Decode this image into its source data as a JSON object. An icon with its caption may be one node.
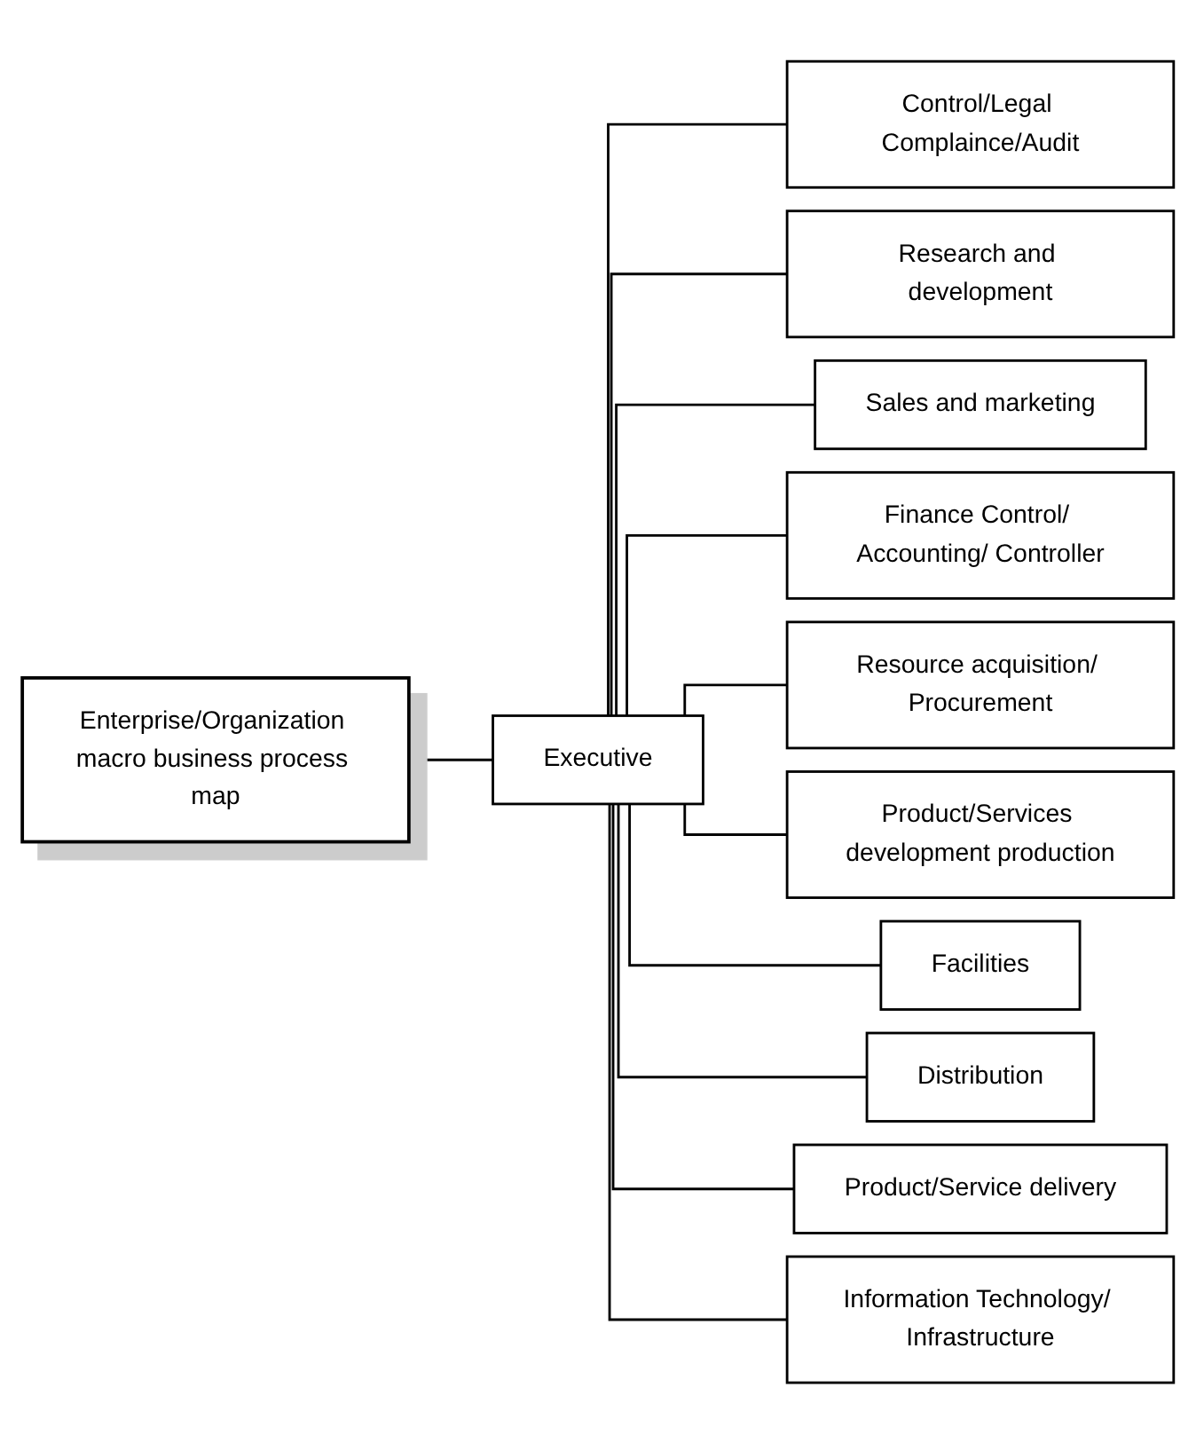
{
  "diagram": {
    "nodes": [
      {
        "text": [
          "Enterprise/Organization macro business process map"
        ]
      },
      {
        "text": [
          "Executive"
        ]
      },
      {
        "text": [
          "Control/Legal Complaince/Audit"
        ]
      },
      {
        "text": [
          "Research and development"
        ]
      },
      {
        "text": [
          "Sales and marketing"
        ]
      },
      {
        "text": [
          "Finance Control/ Accounting/ Controller"
        ]
      },
      {
        "text": [
          "Resource acquisition/ Procurement"
        ]
      },
      {
        "text": [
          "Product/Services development production"
        ]
      },
      {
        "text": [
          "Facilities"
        ]
      },
      {
        "text": [
          "Distribution"
        ]
      },
      {
        "text": [
          "Product/Service delivery"
        ]
      },
      {
        "text": [
          "Information Technology/ Infrastructure"
        ]
      }
    ],
    "edges": [
      {
        "from": 0,
        "to": 1,
        "arrow": "none"
      },
      {
        "from": 1,
        "to": 2,
        "arrow": "none"
      },
      {
        "from": 1,
        "to": 3,
        "arrow": "none"
      },
      {
        "from": 1,
        "to": 4,
        "arrow": "none"
      },
      {
        "from": 1,
        "to": 5,
        "arrow": "none"
      },
      {
        "from": 1,
        "to": 6,
        "arrow": "none"
      },
      {
        "from": 1,
        "to": 7,
        "arrow": "none"
      },
      {
        "from": 1,
        "to": 8,
        "arrow": "none"
      },
      {
        "from": 1,
        "to": 9,
        "arrow": "none"
      },
      {
        "from": 1,
        "to": 10,
        "arrow": "none"
      },
      {
        "from": 1,
        "to": 11,
        "arrow": "none"
      }
    ]
  }
}
